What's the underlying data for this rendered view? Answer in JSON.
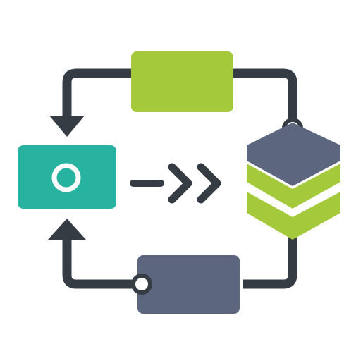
{
  "colors": {
    "background": "#ffffff",
    "connector": "#353c44",
    "lime": "#a4c93a",
    "teal": "#27b3a0",
    "slate": "#5c677f",
    "white": "#ffffff"
  },
  "icons": {
    "top_box": "lime-rectangle-block",
    "left_box": "teal-card-with-ring",
    "right_stack": "layered-stack-hexagon",
    "bottom_box": "slate-tag-block",
    "arrow_to_left_from_top": "down-arrow",
    "arrow_to_left_from_bottom": "up-arrow",
    "arrow_center": "double-chevron-right"
  }
}
